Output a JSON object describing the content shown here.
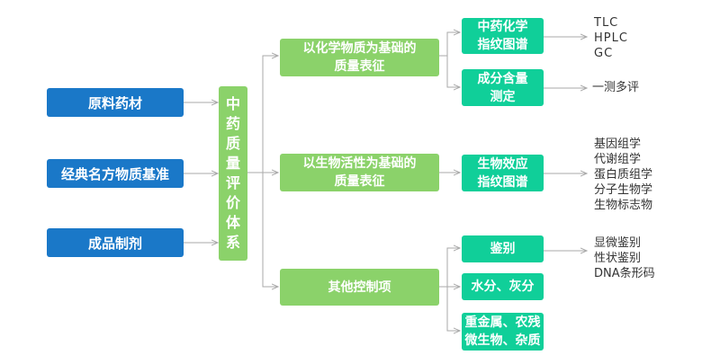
{
  "inputs": [
    "原料药材",
    "经典名方物质基准",
    "成品制剂"
  ],
  "center": "中药质量评价体系",
  "branches": [
    "以化学物质为基础的\n质量表征",
    "以生物活性为基础的\n质量表征",
    "其他控制项"
  ],
  "leaves": {
    "chem_fingerprint": "中药化学\n指纹图谱",
    "content": "成分含量\n测定",
    "bio_fingerprint": "生物效应\n指纹图谱",
    "identification": "鉴别",
    "water_ash": "水分、灰分",
    "contaminants": "重金属、农残\n微生物、杂质"
  },
  "details": {
    "chem_fingerprint": [
      "TLC",
      "HPLC",
      "GC"
    ],
    "content": [
      "一测多评"
    ],
    "bio_fingerprint": [
      "基因组学",
      "代谢组学",
      "蛋白质组学",
      "分子生物学",
      "生物标志物"
    ],
    "identification": [
      "显微鉴别",
      "性状鉴别",
      "DNA条形码"
    ]
  },
  "colors": {
    "input_box": "#1a78c8",
    "center_box": "#8bd26a",
    "branch_box": "#8bd26a",
    "leaf_box": "#10cf99",
    "connector": "#aaaaaa"
  }
}
